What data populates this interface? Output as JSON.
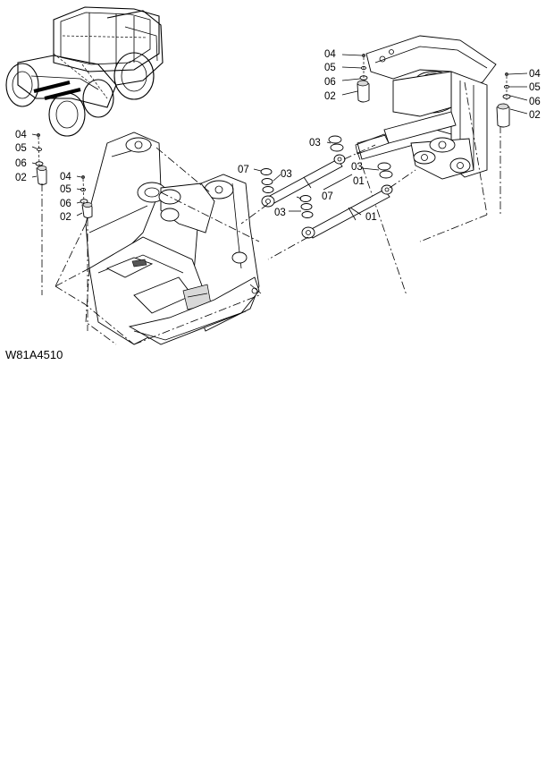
{
  "figure_code": "W81A4510",
  "labels": {
    "left_group": {
      "l04": "04",
      "l05": "05",
      "l06": "06",
      "l02": "02"
    },
    "top_center_group": {
      "l04": "04",
      "l05": "05",
      "l06": "06",
      "l02": "02"
    },
    "top_right_group": {
      "l04": "04",
      "l05": "05",
      "l06": "06",
      "l02": "02"
    },
    "upper_link": {
      "l07": "07",
      "l03a": "03",
      "l03b": "03",
      "l01": "01"
    },
    "lower_link": {
      "l07": "07",
      "l03a": "03",
      "l03b": "03",
      "l01": "01"
    }
  },
  "colors": {
    "line": "#000000",
    "background": "#ffffff"
  }
}
